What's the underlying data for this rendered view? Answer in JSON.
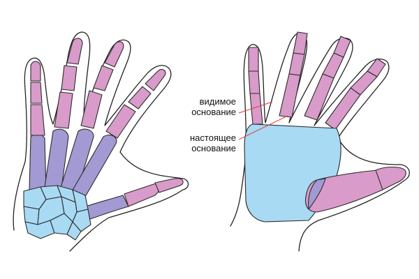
{
  "labels": {
    "visible_base_line1": "видимое",
    "visible_base_line2": "основание",
    "true_base_line1": "настоящее",
    "true_base_line2": "основание"
  },
  "colors": {
    "phalanges": "#d99bc9",
    "metacarpals": "#a39ad3",
    "carpals": "#a8daf4",
    "palm_block": "#a8daf4",
    "leader_line": "#e0413a",
    "outline": "#222222"
  }
}
